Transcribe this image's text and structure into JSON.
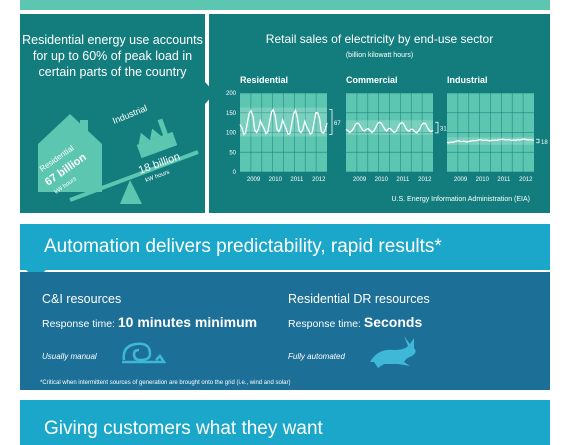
{
  "left_panel": {
    "title": "Residential energy use accounts for up to 60% of peak load in certain parts of the country",
    "residential_label": "Residential",
    "residential_value": "67 billion",
    "residential_unit": "kW hours",
    "industrial_label": "Industrial",
    "industrial_value": "18 billion",
    "industrial_unit": "kW hours"
  },
  "chart_data": {
    "type": "line",
    "title": "Retail sales of electricity by end-use sector",
    "subtitle": "(billion kilowatt hours)",
    "source": "U.S. Energy Information Administration (EIA)",
    "panels": [
      {
        "name": "Residential",
        "x": [
          "2009",
          "2010",
          "2011",
          "2012"
        ],
        "ylim": [
          0,
          200
        ],
        "yticks": [
          "0",
          "50",
          "100",
          "150",
          "200"
        ],
        "end_label": "67",
        "values": [
          120,
          112,
          95,
          100,
          125,
          150,
          155,
          140,
          105,
          100,
          110,
          130,
          118,
          110,
          97,
          102,
          128,
          152,
          158,
          142,
          108,
          102,
          112,
          132,
          120,
          108,
          95,
          98,
          122,
          148,
          156,
          138,
          104,
          100,
          108,
          128,
          115,
          106,
          96,
          100,
          125,
          150,
          150,
          135,
          102,
          98,
          106,
          124
        ]
      },
      {
        "name": "Commercial",
        "x": [
          "2009",
          "2010",
          "2011",
          "2012"
        ],
        "ylim": [
          0,
          200
        ],
        "end_label": "31",
        "values": [
          108,
          104,
          100,
          104,
          110,
          120,
          124,
          122,
          114,
          106,
          104,
          108,
          110,
          105,
          100,
          104,
          112,
          122,
          126,
          124,
          116,
          108,
          104,
          110,
          110,
          104,
          100,
          103,
          112,
          121,
          125,
          123,
          114,
          106,
          103,
          108,
          108,
          103,
          99,
          103,
          110,
          120,
          124,
          122,
          113,
          105,
          102,
          106
        ]
      },
      {
        "name": "Industrial",
        "x": [
          "2009",
          "2010",
          "2011",
          "2012"
        ],
        "ylim": [
          0,
          200
        ],
        "end_label": "18",
        "values": [
          75,
          74,
          76,
          75,
          77,
          78,
          79,
          78,
          77,
          78,
          77,
          76,
          78,
          78,
          80,
          79,
          80,
          81,
          82,
          81,
          80,
          81,
          80,
          79,
          80,
          80,
          81,
          80,
          82,
          82,
          83,
          82,
          81,
          82,
          81,
          80,
          81,
          80,
          82,
          81,
          82,
          83,
          83,
          82,
          81,
          82,
          81,
          80
        ]
      }
    ]
  },
  "automation": {
    "title": "Automation delivers predictability, rapid results*",
    "ci": {
      "heading": "C&I resources",
      "prefix": "Response time: ",
      "value": "10 minutes minimum",
      "note": "Usually manual"
    },
    "res": {
      "heading": "Residential DR resources",
      "prefix": "Response time: ",
      "value": "Seconds",
      "note": "Fully automated"
    },
    "footnote": "*Critical when intermittent sources of generation are brought onto the grid (i.e., wind and solar)"
  },
  "giving": {
    "title": "Giving customers what they want"
  },
  "colors": {
    "panel": "#137d7d",
    "plot_bg": "#5cc6b0",
    "band": "#1aa7c9",
    "resources": "#1c6f96"
  }
}
